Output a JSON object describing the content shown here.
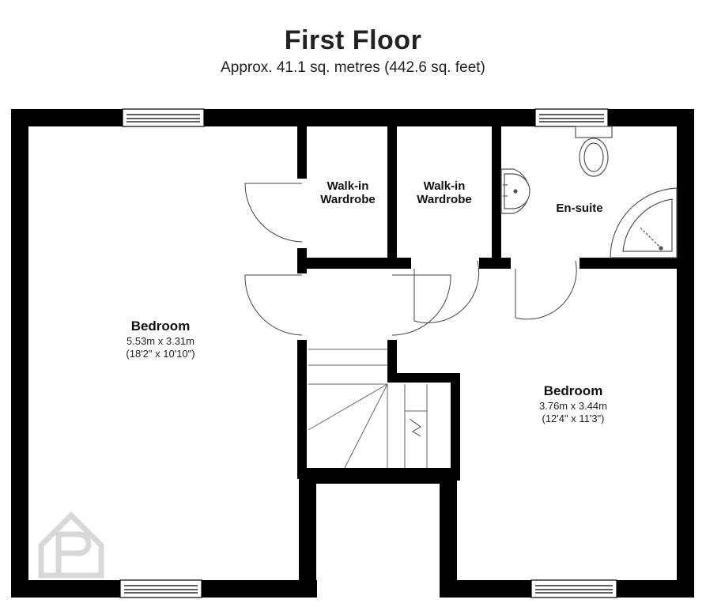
{
  "header": {
    "title": "First Floor",
    "subtitle": "Approx. 41.1 sq. metres (442.6 sq. feet)"
  },
  "rooms": {
    "bedroom1": {
      "name": "Bedroom",
      "size_metric": "5.53m x 3.31m",
      "size_imperial": "(18'2\" x 10'10\")"
    },
    "bedroom2": {
      "name": "Bedroom",
      "size_metric": "3.76m x 3.44m",
      "size_imperial": "(12'4\" x 11'3\")"
    },
    "wardrobe1": {
      "line1": "Walk-in",
      "line2": "Wardrobe"
    },
    "wardrobe2": {
      "line1": "Walk-in",
      "line2": "Wardrobe"
    },
    "ensuite": {
      "name": "En-suite"
    }
  },
  "colors": {
    "wall": "#000000",
    "fixture_stroke": "#555555",
    "background": "#ffffff"
  },
  "icons": {
    "watermark": "property-logo-watermark"
  }
}
